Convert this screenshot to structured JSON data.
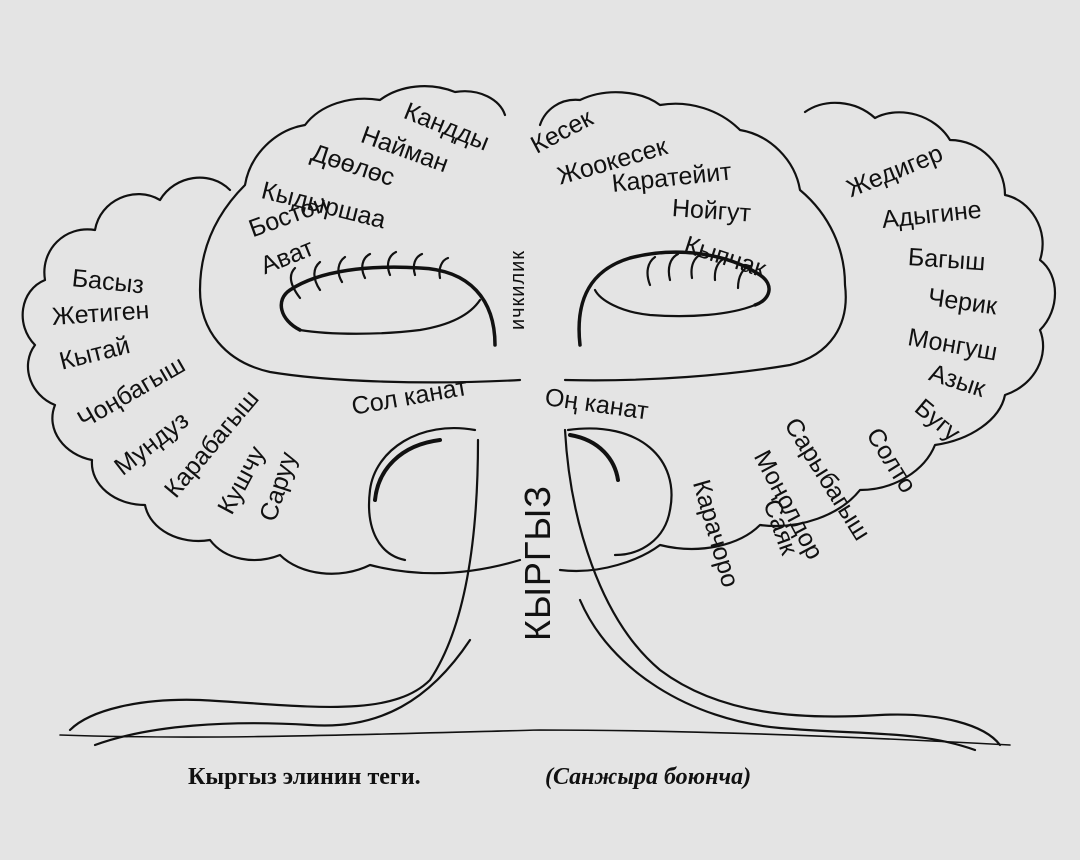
{
  "root": "КЫРГЫЗ",
  "center": "ичкилик",
  "left_wing": {
    "name": "Сол канат",
    "inner_group": [
      "Кандды",
      "Найман",
      "Дөөлөс",
      "Кыдыршаа",
      "Бостон",
      "Ават"
    ],
    "outer_group": [
      "Басыз",
      "Жетиген",
      "Кытай",
      "Чоңбагыш",
      "Мундуз",
      "Карабагыш",
      "Кушчу",
      "Саруу"
    ]
  },
  "right_wing": {
    "name": "Оң канат",
    "inner_group": [
      "Кесек",
      "Жоокесек",
      "Каратейит",
      "Нойгут",
      "Кыпчак"
    ],
    "outer_group": [
      "Жедигер",
      "Адыгине",
      "Багыш",
      "Черик",
      "Монгуш",
      "Азык",
      "Бугу",
      "Солто",
      "Сарыбагыш",
      "Моңолдор",
      "Саяк",
      "Карачоро"
    ]
  },
  "caption": {
    "main": "Кыргыз элинин теги.",
    "source": "(Санжыра боюнча)"
  }
}
